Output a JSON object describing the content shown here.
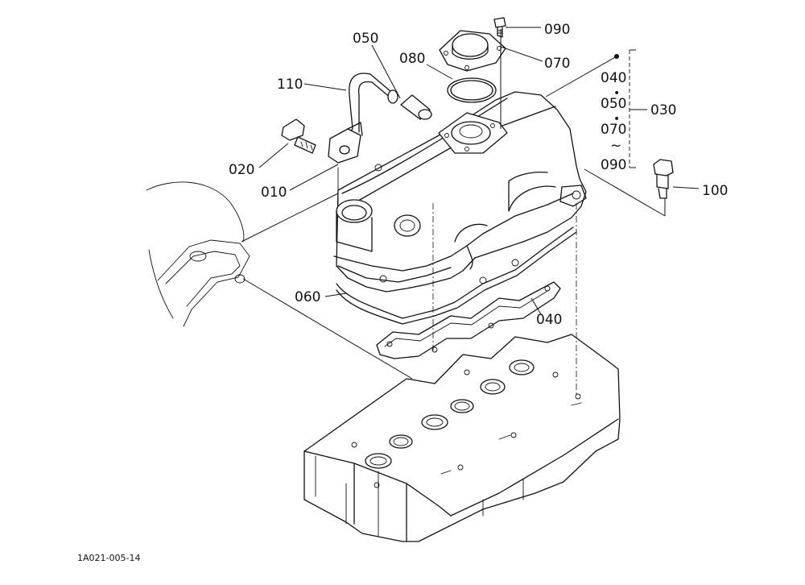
{
  "callouts": {
    "c090": "090",
    "c050": "050",
    "c080": "080",
    "c070": "070",
    "c110": "110",
    "c020": "020",
    "c010": "010",
    "c060": "060",
    "c040": "040",
    "c100": "100",
    "c030": "030"
  },
  "kit_group": {
    "items": [
      "040",
      "050",
      "070",
      "090"
    ],
    "separator_dot": "•",
    "range_mark": "~"
  },
  "figure_code": "1A021-005-14"
}
